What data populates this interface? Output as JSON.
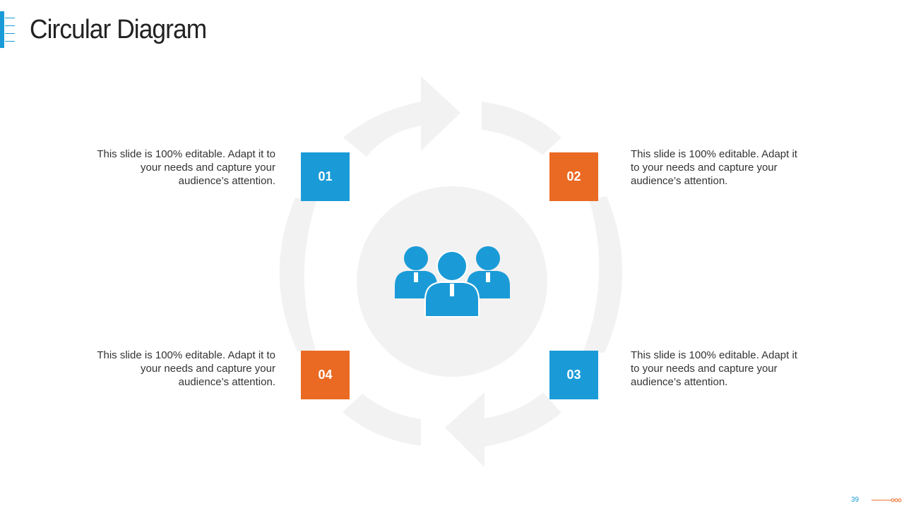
{
  "slide": {
    "title": "Circular Diagram",
    "page_number": "39"
  },
  "colors": {
    "blue": "#1a9bd7",
    "orange": "#ea6a23",
    "gray_ring": "#f2f2f2",
    "center_circle": "#f2f2f2"
  },
  "center": {
    "icon": "team-icon"
  },
  "steps": [
    {
      "number": "01",
      "text": "This slide is 100% editable. Adapt it to your needs and capture your audience’s attention.",
      "color": "#1a9bd7"
    },
    {
      "number": "02",
      "text": "This slide is 100% editable. Adapt it to your needs and capture your audience’s attention.",
      "color": "#ea6a23"
    },
    {
      "number": "03",
      "text": "This slide is 100% editable. Adapt it to your needs and capture your audience’s attention.",
      "color": "#1a9bd7"
    },
    {
      "number": "04",
      "text": "This slide is 100% editable. Adapt it to your needs and capture your audience’s attention.",
      "color": "#ea6a23"
    }
  ]
}
